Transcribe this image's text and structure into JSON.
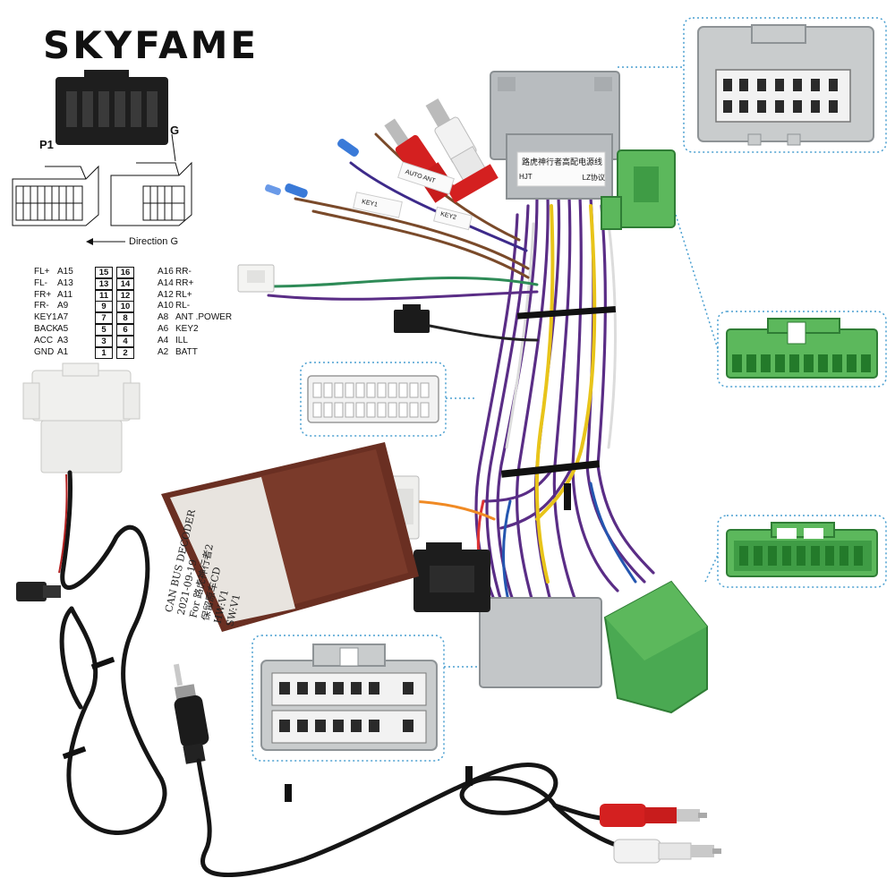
{
  "brand": "SKYFAME",
  "labels": {
    "p1": "P1",
    "g": "G",
    "direction": "Direction G",
    "decoder_lines": [
      "CAN BUS DECODER",
      "2021-09-19",
      "For 路虎神行者2",
      "保留原车CD",
      "HW:V1",
      "SW:V1"
    ],
    "harness_tag": "路虎神行者高配电源线",
    "hjt": "HJT",
    "lz": "LZ协议",
    "auto_ant": "AUTO ANT",
    "key1": "KEY1",
    "key2": "KEY2"
  },
  "pinout": [
    {
      "l": "FL+",
      "la": "A15",
      "n1": "15",
      "n2": "16",
      "ra": "A16",
      "r": "RR-"
    },
    {
      "l": "FL-",
      "la": "A13",
      "n1": "13",
      "n2": "14",
      "ra": "A14",
      "r": "RR+"
    },
    {
      "l": "FR+",
      "la": "A11",
      "n1": "11",
      "n2": "12",
      "ra": "A12",
      "r": "RL+"
    },
    {
      "l": "FR-",
      "la": "A9",
      "n1": "9",
      "n2": "10",
      "ra": "A10",
      "r": "RL-"
    },
    {
      "l": "KEY1",
      "la": "A7",
      "n1": "7",
      "n2": "8",
      "ra": "A8",
      "r": "ANT .POWER"
    },
    {
      "l": "BACK",
      "la": "A5",
      "n1": "5",
      "n2": "6",
      "ra": "A6",
      "r": "KEY2"
    },
    {
      "l": "ACC",
      "la": "A3",
      "n1": "3",
      "n2": "4",
      "ra": "A4",
      "r": "ILL"
    },
    {
      "l": "GND",
      "la": "A1",
      "n1": "1",
      "n2": "2",
      "ra": "A2",
      "r": "BATT"
    }
  ],
  "colors": {
    "grey_connector": "#b8bcbf",
    "green_connector": "#5cb85c",
    "white_connector": "#f0f0ee",
    "decoder": "#6a2f22",
    "purple_wire": "#5a2d86",
    "yellow_wire": "#e8c41a",
    "callout_dots": "#4a9fd0"
  }
}
